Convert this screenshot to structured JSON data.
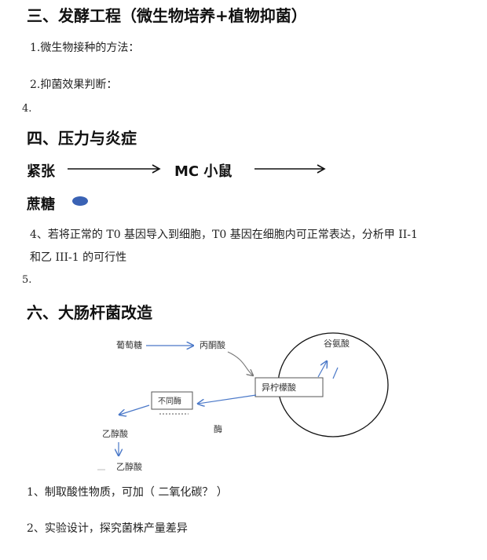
{
  "section3": {
    "heading": "三、发酵工程（微生物培养+植物抑菌）",
    "q1": "1.微生物接种的方法：",
    "q2": "2.抑菌效果判断："
  },
  "item4_number": "4.",
  "section4": {
    "heading": "四、压力与炎症",
    "stress": "紧张",
    "mouse": "MC 小鼠",
    "sucrose": "蔗糖",
    "q4_line1": "4、若将正常的 T0 基因导入到细胞，T0 基因在细胞内可正常表达，分析甲 II-1",
    "q4_line2": "和乙 III-1 的可行性"
  },
  "item5_number": "5.",
  "section6": {
    "heading": "六、大肠杆菌改造",
    "diagram": {
      "glucose": "葡萄糖",
      "pyruvate": "丙酮酸",
      "glutamate": "谷氨酸",
      "isocitrate": "异柠檬酸",
      "unknown_enzyme": "不同酶",
      "enzyme": "酶",
      "ethanoate1": "乙醇酸",
      "ethanoate2": "乙醇酸"
    },
    "q1": "1、制取酸性物质，可加（ 二氧化碳？ ）",
    "q2": "2、实验设计，探究菌株产量差异"
  },
  "colors": {
    "ellipse": "#3a62b4",
    "arrow_blue": "#4a78c8",
    "ink": "#111111"
  }
}
